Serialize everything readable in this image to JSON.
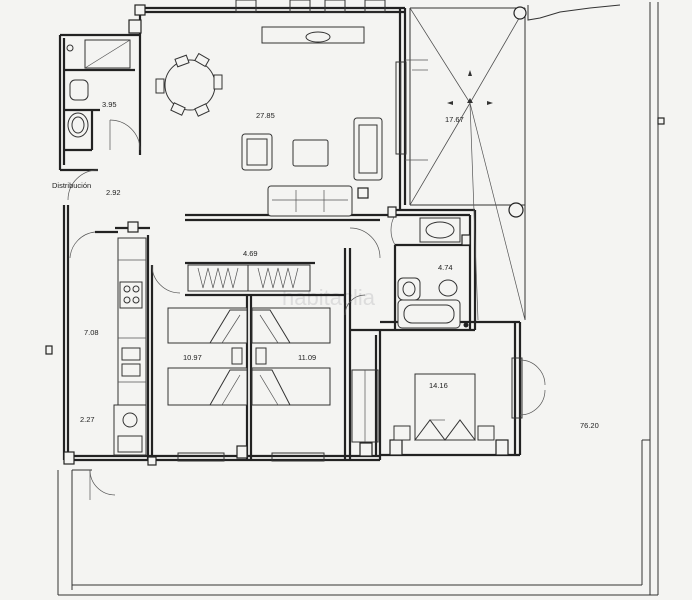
{
  "rooms": {
    "living": "27.85",
    "bath_small": "3.95",
    "distribution_label": "Distribución",
    "distribution": "2.92",
    "terrace_north": "17.67",
    "corridor": "4.69",
    "bath_large": "4.74",
    "kitchen": "7.08",
    "bedroom_1": "10.97",
    "bedroom_2": "11.09",
    "master_bedroom": "14.16",
    "laundry": "2.27",
    "garden": "76.20"
  },
  "watermark": "habitaclia"
}
